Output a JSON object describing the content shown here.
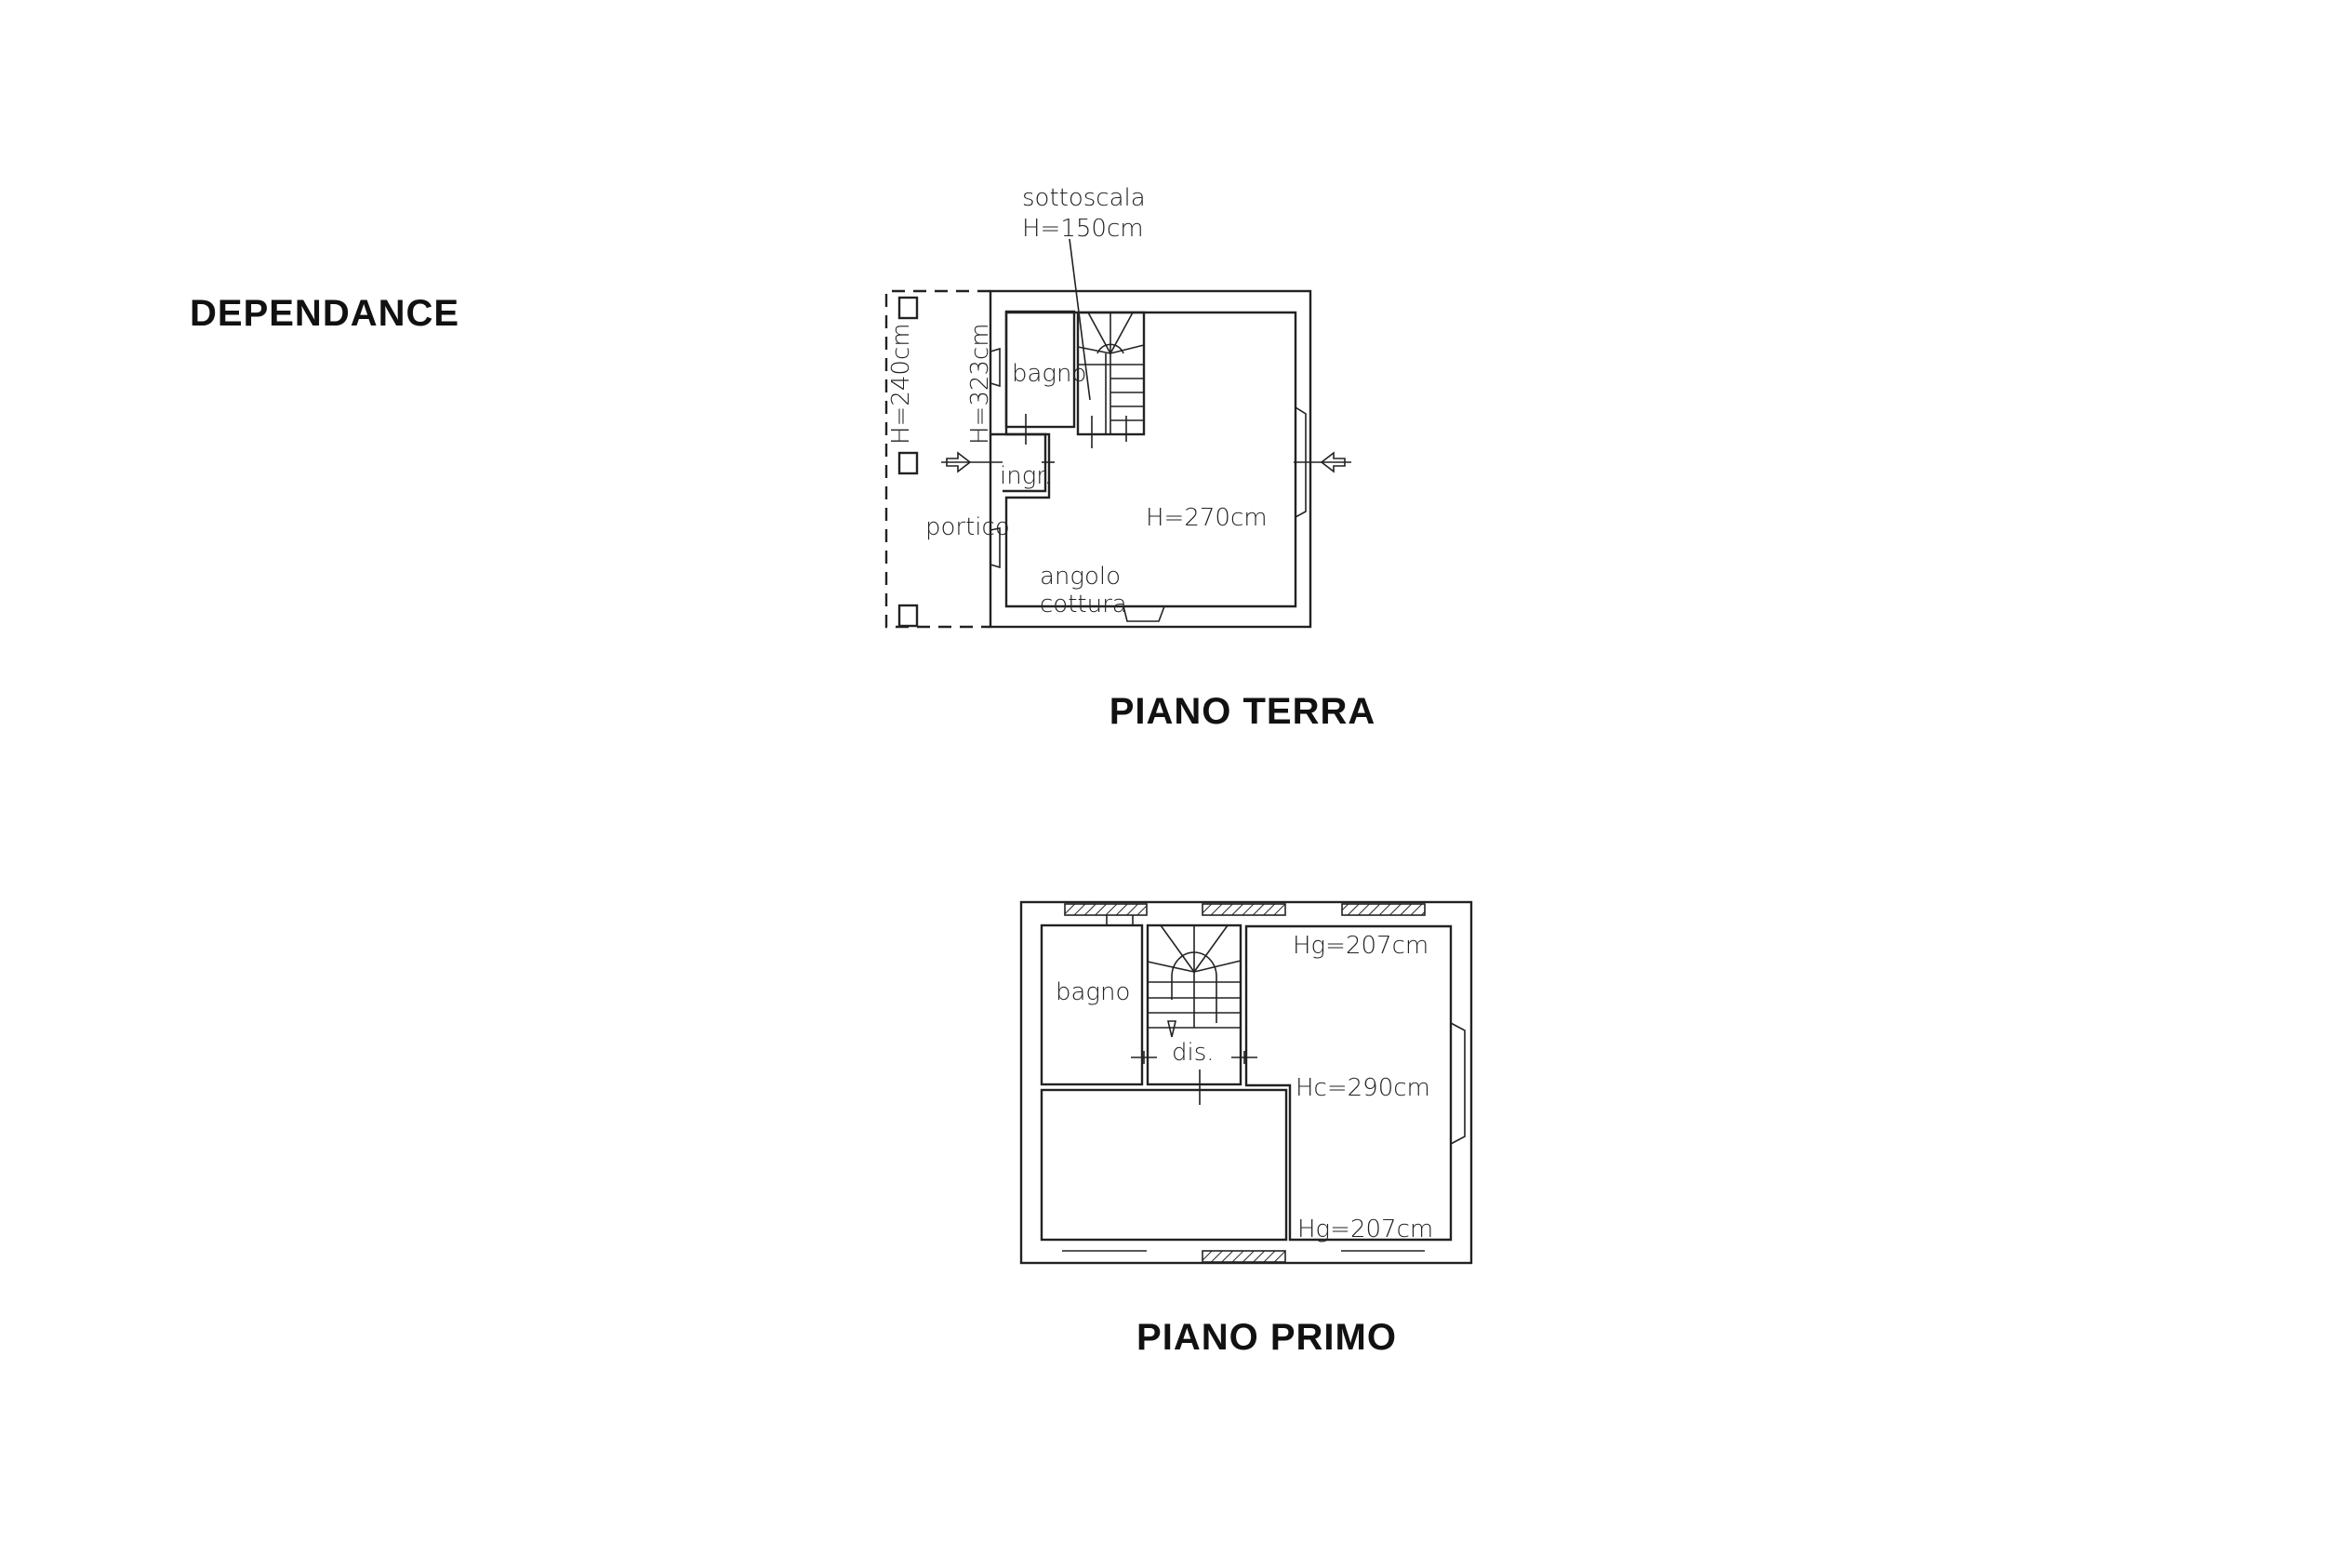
{
  "title": "DEPENDANCE",
  "ground_floor": {
    "heading": "PIANO TERRA",
    "labels": {
      "sottoscala": "sottoscala",
      "sottoscala_height": "H=150cm",
      "bagno": "bagno",
      "ingresso": "ingr.",
      "portico": "portico",
      "main_height": "H=270cm",
      "angolo": "angolo",
      "cottura": "cottura",
      "portico_height": "H=240cm",
      "wall_height": "H=323cm"
    }
  },
  "first_floor": {
    "heading": "PIANO PRIMO",
    "labels": {
      "bagno": "bagno",
      "disimpegno": "dis.",
      "hg_top": "Hg=207cm",
      "hc": "Hc=290cm",
      "hg_bottom": "Hg=207cm"
    }
  }
}
